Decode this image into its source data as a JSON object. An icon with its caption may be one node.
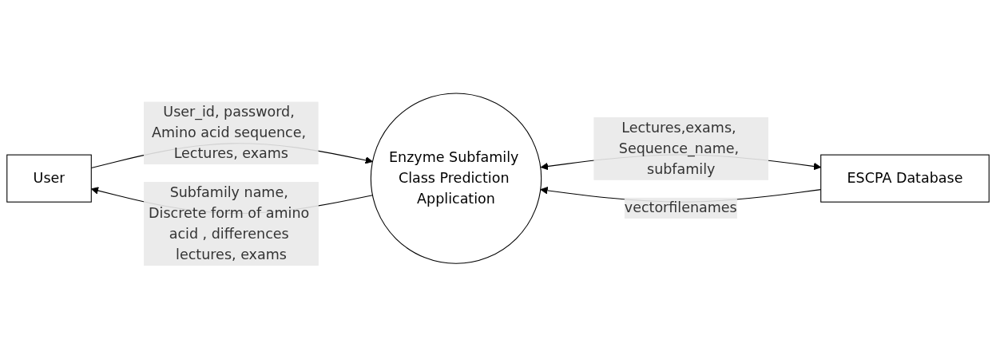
{
  "diagram": {
    "nodes": [
      {
        "text": [
          "User"
        ]
      },
      {
        "text": [
          "Enzyme Subfamily Class Prediction Application"
        ]
      },
      {
        "text": [
          "ESCPA Database"
        ]
      }
    ],
    "edges": [
      {
        "from": 0,
        "to": 1,
        "arrow": "to",
        "label": "User_id, password, Amino acid sequence, Lectures, exams"
      },
      {
        "from": 1,
        "to": 0,
        "arrow": "to",
        "label": "Subfamily name, Discrete form of amino acid , differences lectures, exams"
      },
      {
        "from": 1,
        "to": 2,
        "arrow": "both",
        "label": "Lectures,exams, Sequence_name, subfamily"
      },
      {
        "from": 2,
        "to": 1,
        "arrow": "to",
        "label": "vectorfilenames"
      }
    ]
  }
}
